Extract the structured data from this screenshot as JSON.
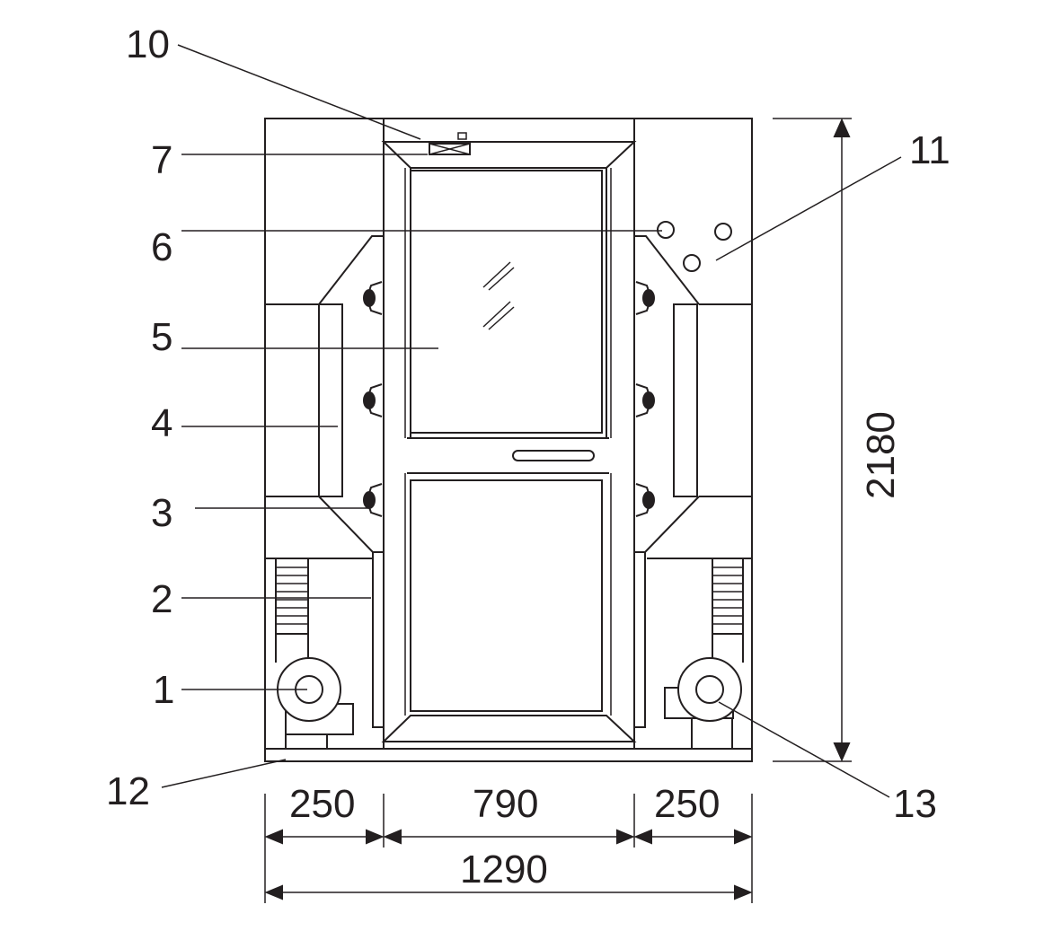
{
  "callouts": [
    {
      "id": "c1",
      "label": "1"
    },
    {
      "id": "c2",
      "label": "2"
    },
    {
      "id": "c3",
      "label": "3"
    },
    {
      "id": "c4",
      "label": "4"
    },
    {
      "id": "c5",
      "label": "5"
    },
    {
      "id": "c6",
      "label": "6"
    },
    {
      "id": "c7",
      "label": "7"
    },
    {
      "id": "c10",
      "label": "10"
    },
    {
      "id": "c11",
      "label": "11"
    },
    {
      "id": "c12",
      "label": "12"
    },
    {
      "id": "c13",
      "label": "13"
    }
  ],
  "dimensions": {
    "left_width": "250",
    "center_width": "790",
    "right_width": "250",
    "total_width": "1290",
    "height": "2180"
  },
  "colors": {
    "line": "#231f20",
    "background": "#ffffff"
  }
}
